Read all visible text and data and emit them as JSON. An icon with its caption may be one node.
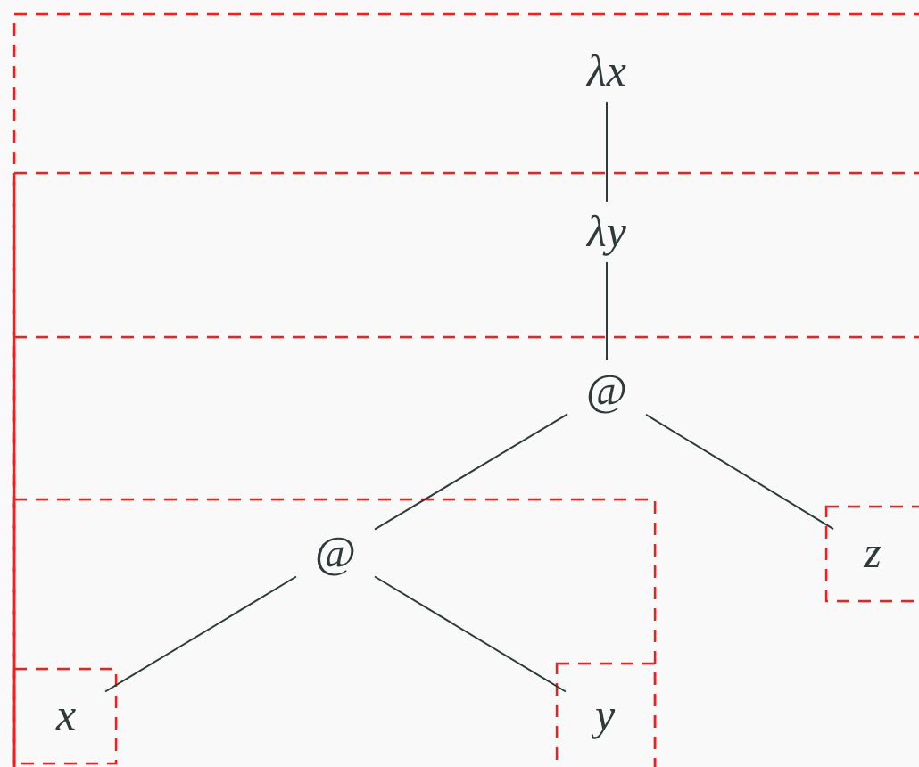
{
  "diagram": {
    "nodes": [
      {
        "text": [
          "λx"
        ]
      },
      {
        "text": [
          "λy"
        ]
      },
      {
        "text": [
          "@"
        ]
      },
      {
        "text": [
          "@"
        ]
      },
      {
        "text": [
          "z"
        ]
      },
      {
        "text": [
          "x"
        ]
      },
      {
        "text": [
          "y"
        ]
      }
    ],
    "edges": [
      {
        "from": 0,
        "to": 1,
        "arrow": "none"
      },
      {
        "from": 1,
        "to": 2,
        "arrow": "none"
      },
      {
        "from": 2,
        "to": 3,
        "arrow": "none"
      },
      {
        "from": 2,
        "to": 4,
        "arrow": "none"
      },
      {
        "from": 3,
        "to": 5,
        "arrow": "none"
      },
      {
        "from": 3,
        "to": 6,
        "arrow": "none"
      }
    ]
  }
}
